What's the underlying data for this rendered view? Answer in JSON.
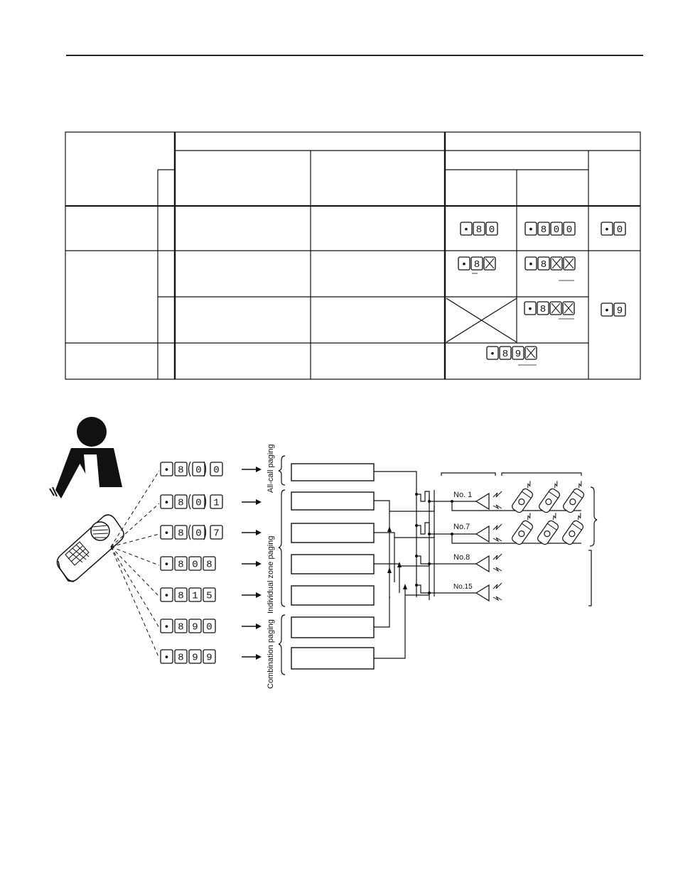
{
  "table": {
    "codes": {
      "r1c1": [
        "•",
        "8",
        "0"
      ],
      "r1c2": [
        "•",
        "8",
        "0",
        "0"
      ],
      "r1c3": [
        "•",
        "0"
      ],
      "r2c1": [
        "•",
        "8",
        "X"
      ],
      "r2c2": [
        "•",
        "8",
        "X",
        "X"
      ],
      "r3c2": [
        "•",
        "8",
        "X",
        "X"
      ],
      "r3c3": [
        "•",
        "9"
      ],
      "r4c1": [
        "•",
        "8",
        "9",
        "X"
      ]
    }
  },
  "diagram": {
    "key_sequences": [
      {
        "keys": [
          "•",
          "8",
          "0",
          "0"
        ],
        "parenthesized": true
      },
      {
        "keys": [
          "•",
          "8",
          "0",
          "1"
        ],
        "parenthesized": true
      },
      {
        "keys": [
          "•",
          "8",
          "0",
          "7"
        ],
        "parenthesized": true
      },
      {
        "keys": [
          "•",
          "8",
          "0",
          "8"
        ],
        "parenthesized": false
      },
      {
        "keys": [
          "•",
          "8",
          "1",
          "5"
        ],
        "parenthesized": false
      },
      {
        "keys": [
          "•",
          "8",
          "9",
          "0"
        ],
        "parenthesized": false
      },
      {
        "keys": [
          "•",
          "8",
          "9",
          "9"
        ],
        "parenthesized": false
      }
    ],
    "group_labels": {
      "all_call": "All-call paging",
      "individual": "Individual zone paging",
      "combination": "Combination paging"
    },
    "zone_labels": [
      "No. 1",
      "No.7",
      "No.8",
      "No.15"
    ]
  }
}
